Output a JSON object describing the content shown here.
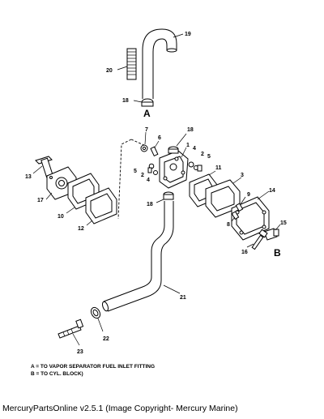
{
  "callouts": [
    "1",
    "2",
    "3",
    "4",
    "5",
    "6",
    "7",
    "8",
    "9",
    "10",
    "11",
    "12",
    "13",
    "14",
    "15",
    "16",
    "17",
    "18",
    "19",
    "20",
    "21",
    "22",
    "23"
  ],
  "callout_18b": "18",
  "callout_18c": "18",
  "callout_2b": "2",
  "callout_4b": "4",
  "callout_5b": "5",
  "label_a": "A",
  "label_b": "B",
  "legend": {
    "a": "A = TO VAPOR SEPARATOR FUEL INLET FITTING",
    "b": "B = TO CYL. BLOCK)"
  },
  "footer": "MercuryPartsOnline v2.5.1 (Image Copyright- Mercury Marine)"
}
